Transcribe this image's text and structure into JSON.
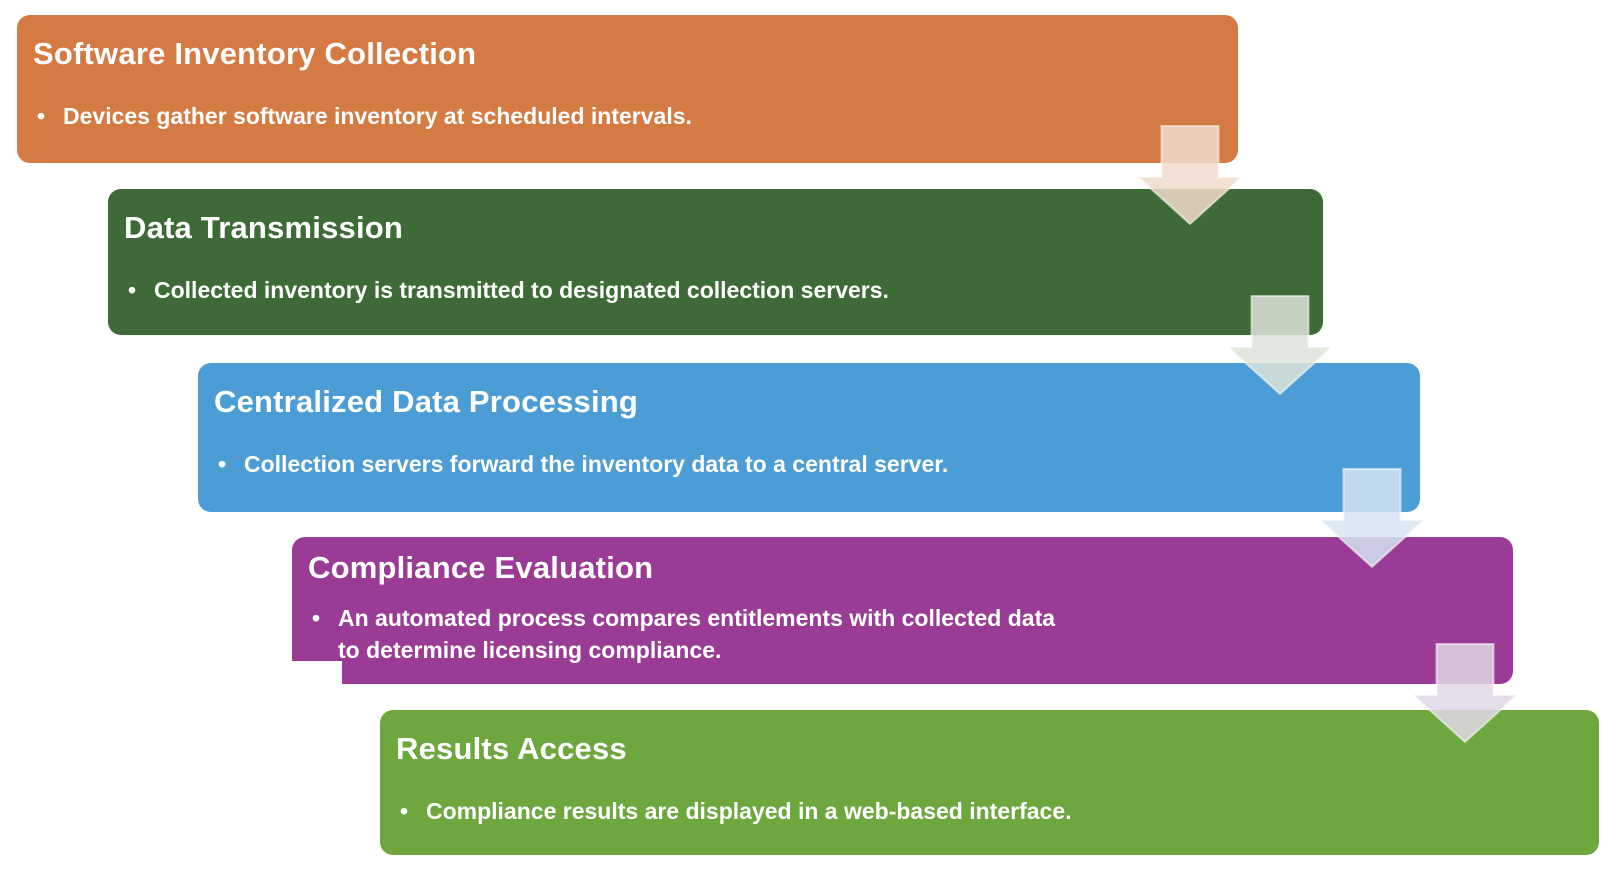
{
  "diagram": {
    "bullet_char": "•",
    "background_color": "#FFFFFF",
    "text_color": "#FFFFFF",
    "steps": [
      {
        "title": "Software Inventory Collection",
        "bullet": "Devices gather software inventory at scheduled intervals.",
        "color": "#D47A43"
      },
      {
        "title": "Data Transmission",
        "bullet": "Collected inventory is transmitted to designated collection servers.",
        "color": "#3D6A36"
      },
      {
        "title": "Centralized Data Processing",
        "bullet": "Collection servers forward the inventory data to a central server.",
        "color": "#4C9DD5"
      },
      {
        "title": "Compliance Evaluation",
        "bullet": "An automated process compares entitlements with collected data to determine licensing compliance.",
        "bullet_lines": [
          "An automated process compares entitlements with collected data",
          "to determine licensing compliance."
        ],
        "color": "#9A3C95"
      },
      {
        "title": "Results Access",
        "bullet": "Compliance results are displayed in a web-based interface.",
        "color": "#6DA73E"
      }
    ],
    "arrows": [
      {
        "name": "arrow-1",
        "fill": "#F1DACD"
      },
      {
        "name": "arrow-2",
        "fill": "#DCE3D8"
      },
      {
        "name": "arrow-3",
        "fill": "#D6E4F2"
      },
      {
        "name": "arrow-4",
        "fill": "#E2D7E6"
      }
    ]
  }
}
